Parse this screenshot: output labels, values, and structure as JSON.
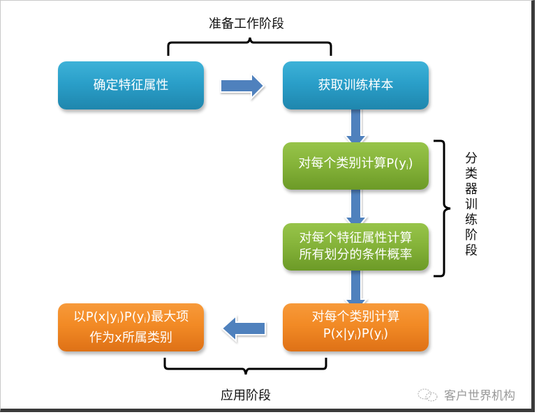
{
  "stages": {
    "preparation": "准备工作阶段",
    "training": "分类器训练阶段",
    "application": "应用阶段"
  },
  "boxes": {
    "determine_features": "确定特征属性",
    "get_samples": "获取训练样本",
    "calc_py": "对每个类别计算P(y",
    "calc_py_sub": "i",
    "calc_py_end": ")",
    "calc_cond_line1": "对每个特征属性计算",
    "calc_cond_line2": "所有划分的条件概率",
    "calc_joint_line1": "对每个类别计算",
    "calc_joint_line2_a": "P(x|y",
    "calc_joint_line2_b": ")P(y",
    "calc_joint_line2_c": ")",
    "argmax_line1_a": "以P(x|y",
    "argmax_line1_b": ")P(y",
    "argmax_line1_c": ")最大项",
    "argmax_line2": "作为x所属类别",
    "sub_i": "i"
  },
  "colors": {
    "prep_box": "#2a9fc9",
    "train_box": "#86b43a",
    "apply_box": "#f28a25",
    "arrow": "#4f81bd"
  },
  "watermark": {
    "icon": "wechat-icon",
    "text": "客户世界机构"
  }
}
